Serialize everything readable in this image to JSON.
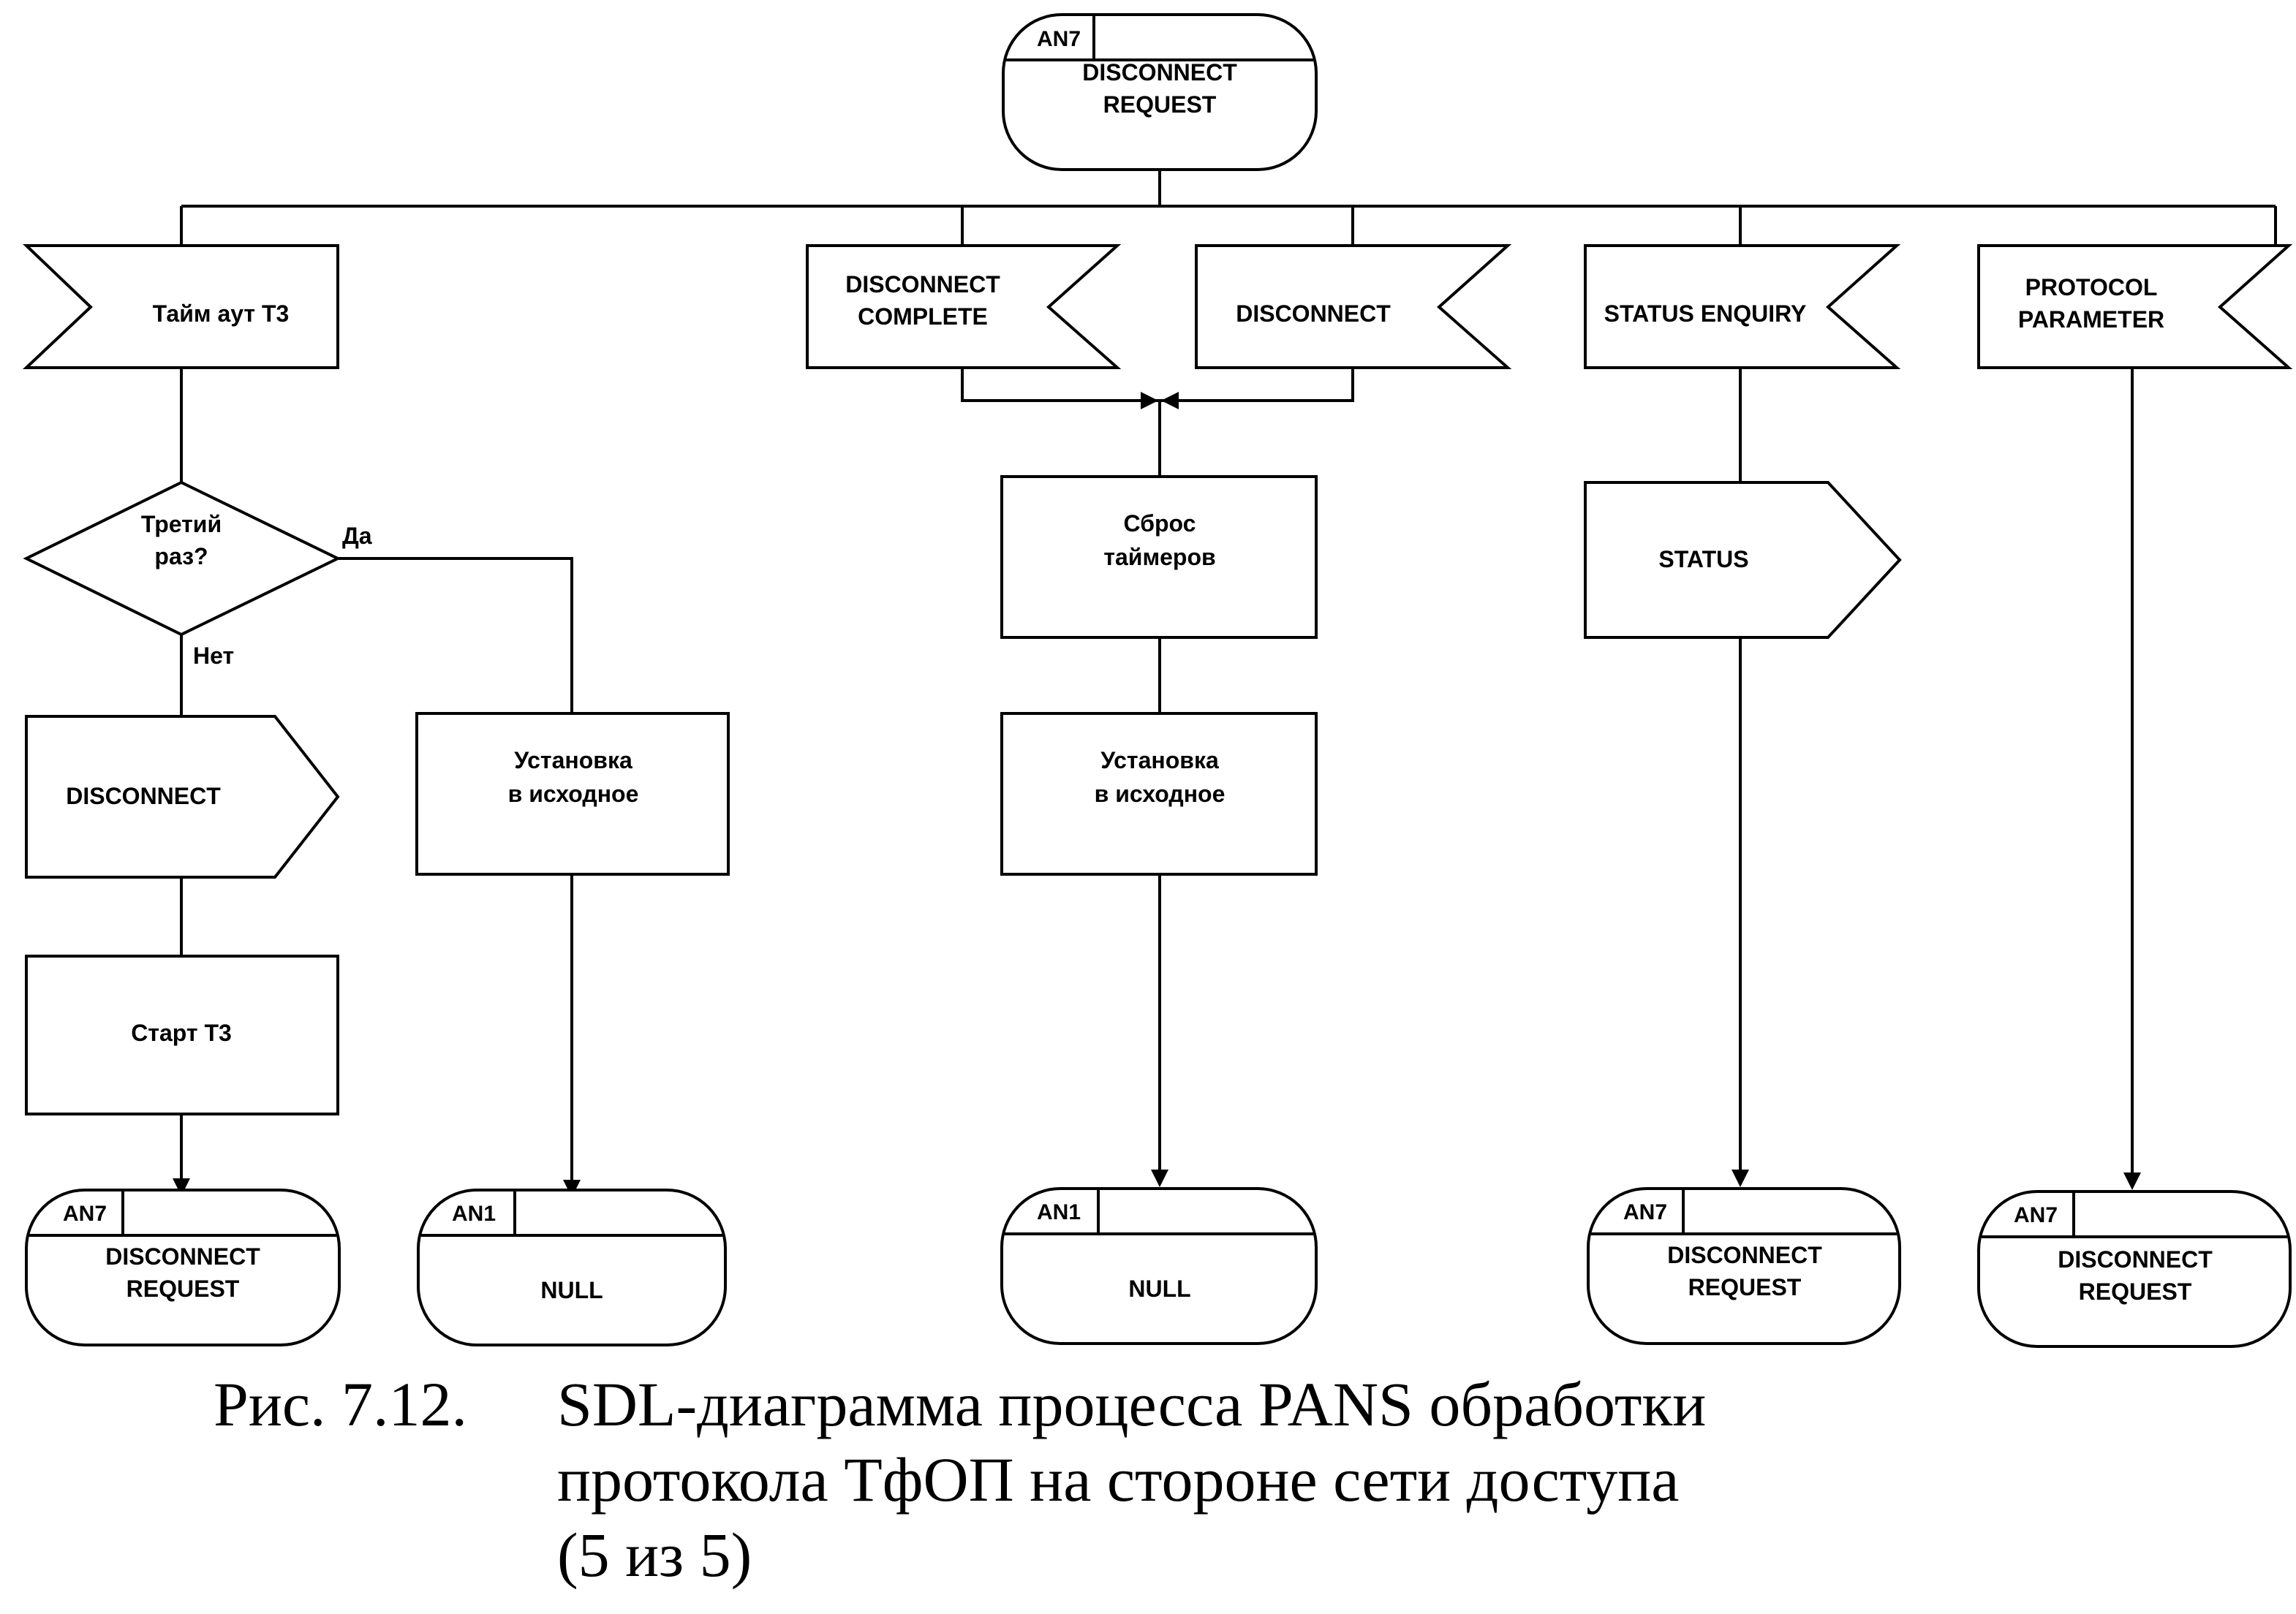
{
  "nodes": {
    "start_state": {
      "tag": "AN7",
      "label": "DISCONNECT\nREQUEST"
    },
    "in_timeout": {
      "label": "Тайм аут Т3"
    },
    "decision_third": {
      "label": "Третий\nраз?"
    },
    "out_disconnect_1": {
      "label": "DISCONNECT"
    },
    "task_start_t3": {
      "label": "Старт Т3"
    },
    "state_end_1": {
      "tag": "AN7",
      "label": "DISCONNECT\nREQUEST"
    },
    "task_reset_1": {
      "label": "Установка\nв исходное"
    },
    "state_end_2": {
      "tag": "AN1",
      "label": "NULL"
    },
    "in_disconnect_complete": {
      "label": "DISCONNECT\nCOMPLETE"
    },
    "in_disconnect": {
      "label": "DISCONNECT"
    },
    "task_reset_timers": {
      "label": "Сброс\nтаймеров"
    },
    "task_reset_2": {
      "label": "Установка\nв исходное"
    },
    "state_end_3": {
      "tag": "AN1",
      "label": "NULL"
    },
    "in_status_enquiry": {
      "label": "STATUS ENQUIRY"
    },
    "out_status": {
      "label": "STATUS"
    },
    "state_end_4": {
      "tag": "AN7",
      "label": "DISCONNECT\nREQUEST"
    },
    "in_protocol_parameter": {
      "label": "PROTOCOL\nPARAMETER"
    },
    "state_end_5": {
      "tag": "AN7",
      "label": "DISCONNECT\nREQUEST"
    }
  },
  "edges": {
    "yes": "Да",
    "no": "Нет"
  },
  "caption": {
    "number": "Рис. 7.12.",
    "text": "SDL-диаграмма процесса PANS обработки\nпротокола ТфОП на стороне сети доступа\n(5 из 5)"
  }
}
